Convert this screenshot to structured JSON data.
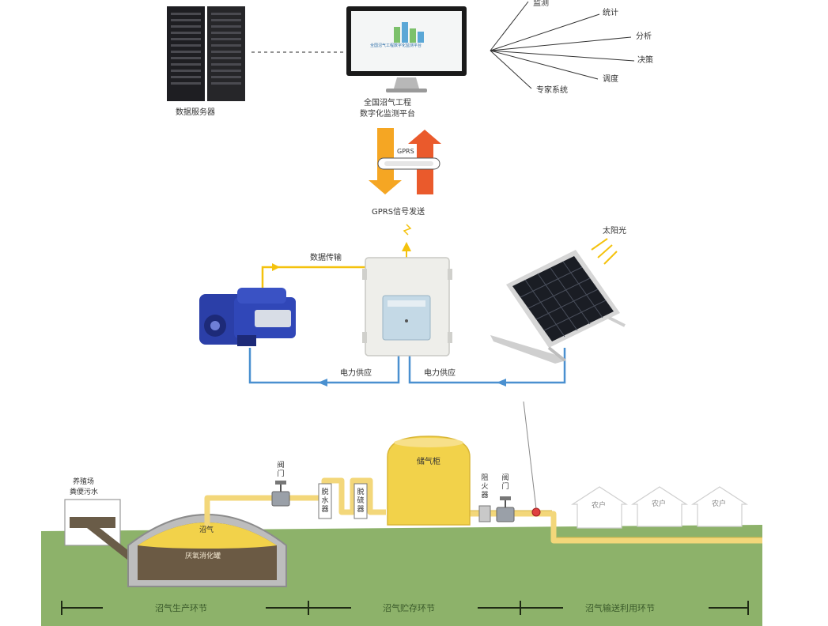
{
  "top": {
    "data_server_label": "数据服务器",
    "platform_label_line1": "全国沼气工程",
    "platform_label_line2": "数字化监测平台",
    "screen_title": "全国沼气工程数字化监测平台",
    "functions": [
      "监测",
      "统计",
      "分析",
      "决策",
      "调度",
      "专家系统"
    ],
    "gprs_band_label": "GPRS",
    "gprs_signal_label": "GPRS信号发送"
  },
  "middle": {
    "data_transmission_label": "数据传输",
    "power_supply_left_label": "电力供应",
    "power_supply_right_label": "电力供应",
    "sunlight_label": "太阳光"
  },
  "bottom": {
    "feed_tank_label_line1": "养殖场",
    "feed_tank_label_line2": "粪便污水",
    "digester_gas_label": "沼气",
    "digester_label": "厌氧消化罐",
    "valve_left_label": "阀门",
    "dewater_label": "脱水器",
    "desulfur_label": "脱硫器",
    "gas_holder_label": "储气柜",
    "flame_arrester_label": "阻火器",
    "valve_right_label": "阀门",
    "houses": [
      "农户",
      "农户",
      "农户"
    ],
    "stages": [
      "沼气生产环节",
      "沼气贮存环节",
      "沼气输送利用环节"
    ]
  },
  "colors": {
    "ground": "#8db26a",
    "pipe": "#f3d77a",
    "gas": "#f2d24a",
    "power_line": "#4a90d0",
    "data_line": "#f4c20d",
    "arrow_down": "#f5a623",
    "arrow_up": "#ea5a2c"
  },
  "icons": [
    "server-rack-icon",
    "monitor-icon",
    "flowmeter-icon",
    "control-box-icon",
    "solar-panel-icon",
    "house-icon",
    "valve-icon"
  ]
}
